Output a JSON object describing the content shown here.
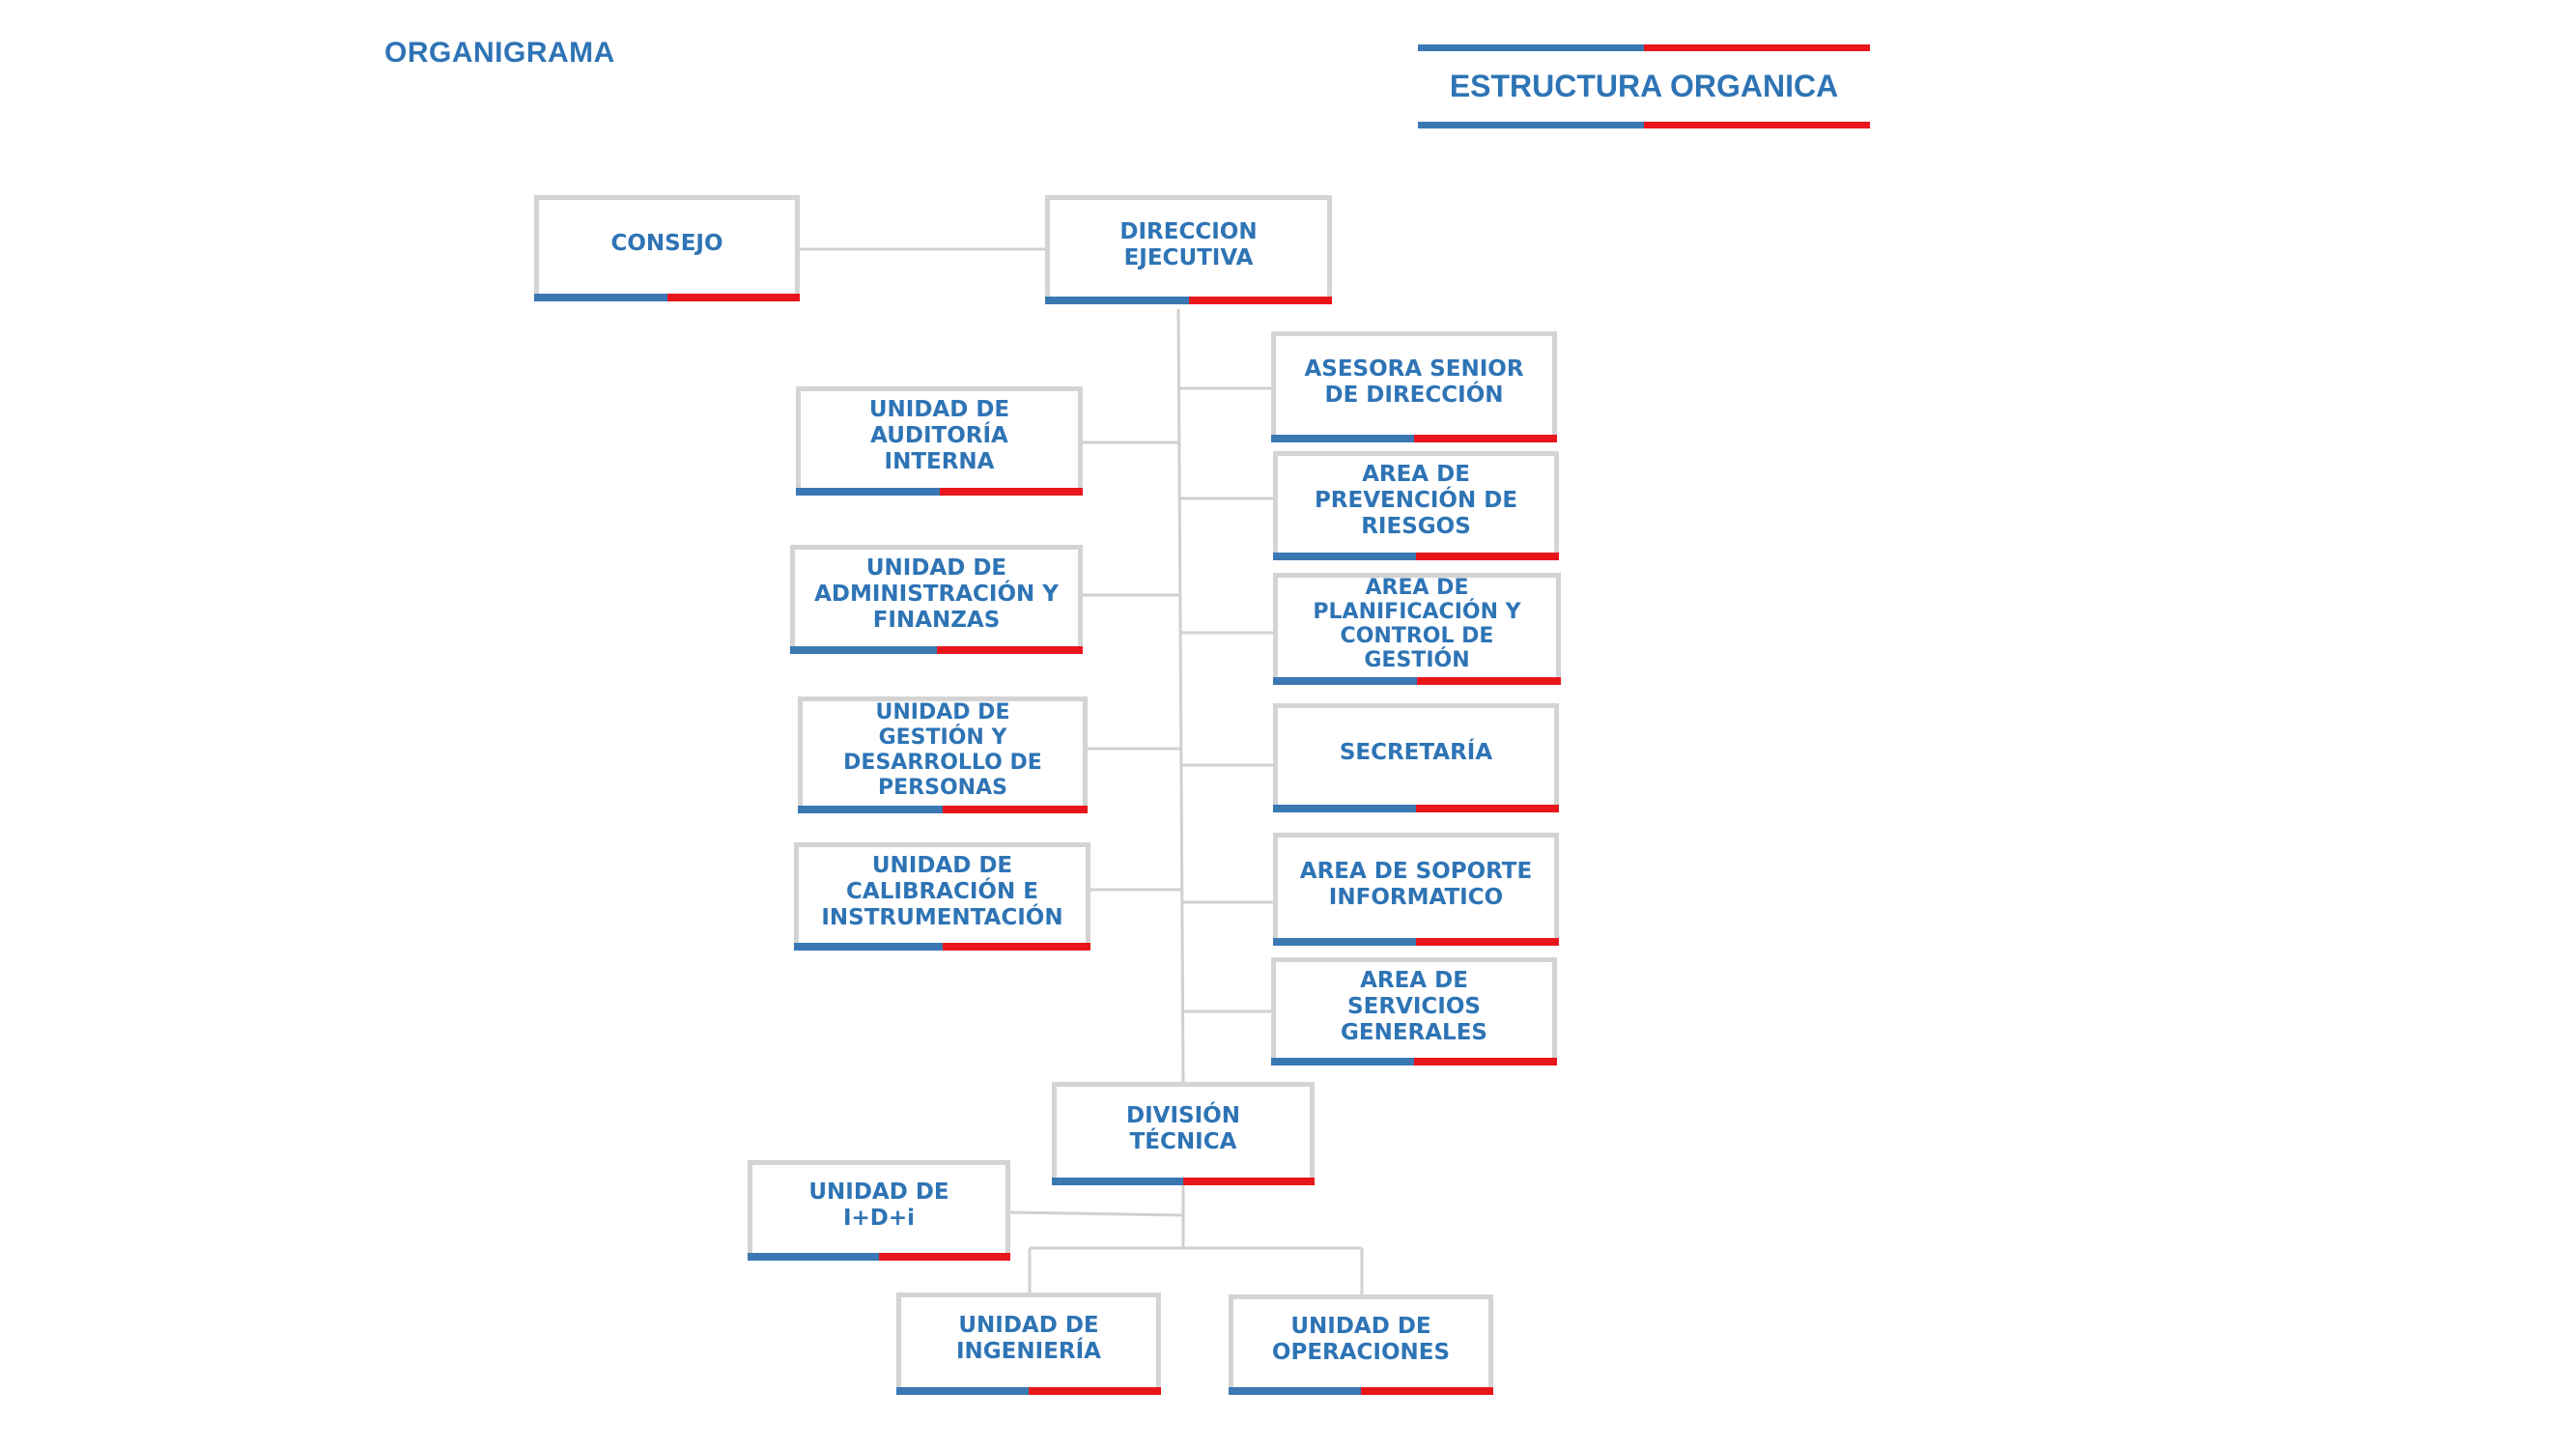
{
  "page_heading": "ORGANIGRAMA",
  "header_banner": {
    "title": "ESTRUCTURA ORGANICA"
  },
  "colors": {
    "text_blue": "#2e74b5",
    "accent_blue": "#3a78b4",
    "accent_red": "#e8161b",
    "box_border": "#d4d4d4",
    "connector": "#d0d0d0"
  },
  "units": {
    "consejo": "CONSEJO",
    "direccion_ejecutiva": "DIRECCION\nEJECUTIVA",
    "asesora_senior": "ASESORA SENIOR\nDE DIRECCIÓN",
    "auditoria_interna": "UNIDAD DE\nAUDITORÍA\nINTERNA",
    "prevencion_riesgos": "AREA DE\nPREVENCIÓN DE\nRIESGOS",
    "administracion_finanzas": "UNIDAD DE\nADMINISTRACIÓN Y\nFINANZAS",
    "planificacion_control": "AREA DE\nPLANIFICACIÓN Y\nCONTROL DE\nGESTIÓN",
    "gestion_personas": "UNIDAD DE\nGESTIÓN Y\nDESARROLLO DE\nPERSONAS",
    "secretaria": "SECRETARÍA",
    "calibracion_instrumentacion": "UNIDAD DE\nCALIBRACIÓN E\nINSTRUMENTACIÓN",
    "soporte_informatico": "AREA DE SOPORTE\nINFORMATICO",
    "servicios_generales": "AREA DE\nSERVICIOS\nGENERALES",
    "division_tecnica": "DIVISIÓN\nTÉCNICA",
    "idi": "UNIDAD DE\nI+D+i",
    "ingenieria": "UNIDAD DE\nINGENIERÍA",
    "operaciones": "UNIDAD DE\nOPERACIONES"
  }
}
